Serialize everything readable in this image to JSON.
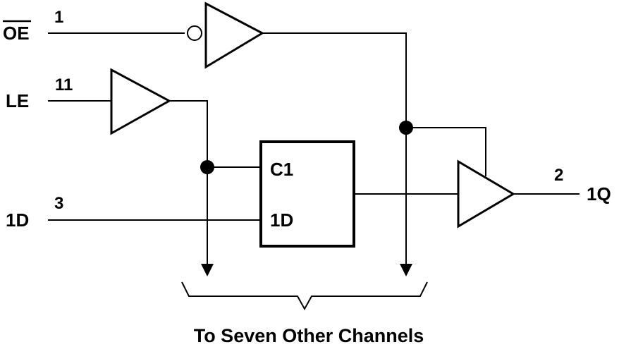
{
  "signals": {
    "oe": "OE",
    "le": "LE",
    "d": "1D",
    "q": "1Q"
  },
  "pins": {
    "oe": "1",
    "le": "11",
    "d": "3",
    "q": "2"
  },
  "latch": {
    "clock_input": "C1",
    "data_input": "1D"
  },
  "caption": "To Seven Other Channels"
}
